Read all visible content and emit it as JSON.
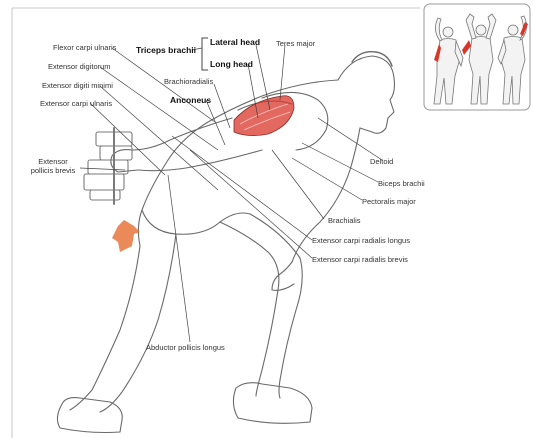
{
  "labels": {
    "flexor_carpi_ulnaris": "Flexor carpi ulnaris",
    "extensor_digitorum": "Extensor digitorum",
    "extensor_digiti_minimi": "Extensor digiti minimi",
    "extensor_carpi_ulnaris": "Extensor carpi ulnaris",
    "extensor_pollicis_brevis": "Extensor pollicis brevis",
    "triceps_brachii": "Triceps brachii",
    "lateral_head": "Lateral head",
    "long_head": "Long head",
    "teres_major": "Teres major",
    "brachioradialis": "Brachioradialis",
    "anconeus": "Anconeus",
    "deltoid": "Deltoid",
    "biceps_brachii": "Biceps brachii",
    "pectoralis_major": "Pectoralis major",
    "brachialis": "Brachialis",
    "extensor_carpi_radialis_longus": "Extensor carpi radialis longus",
    "extensor_carpi_radialis_brevis": "Extensor carpi radialis brevis",
    "abductor_pollicis_longus": "Abductor pollicis longus"
  },
  "colors": {
    "highlight": "#d9362b",
    "arrow": "#e8743b",
    "outline": "#6a6a6a",
    "leader": "#444444"
  },
  "icons": {
    "movement_arrow": "arrow-up-icon"
  }
}
